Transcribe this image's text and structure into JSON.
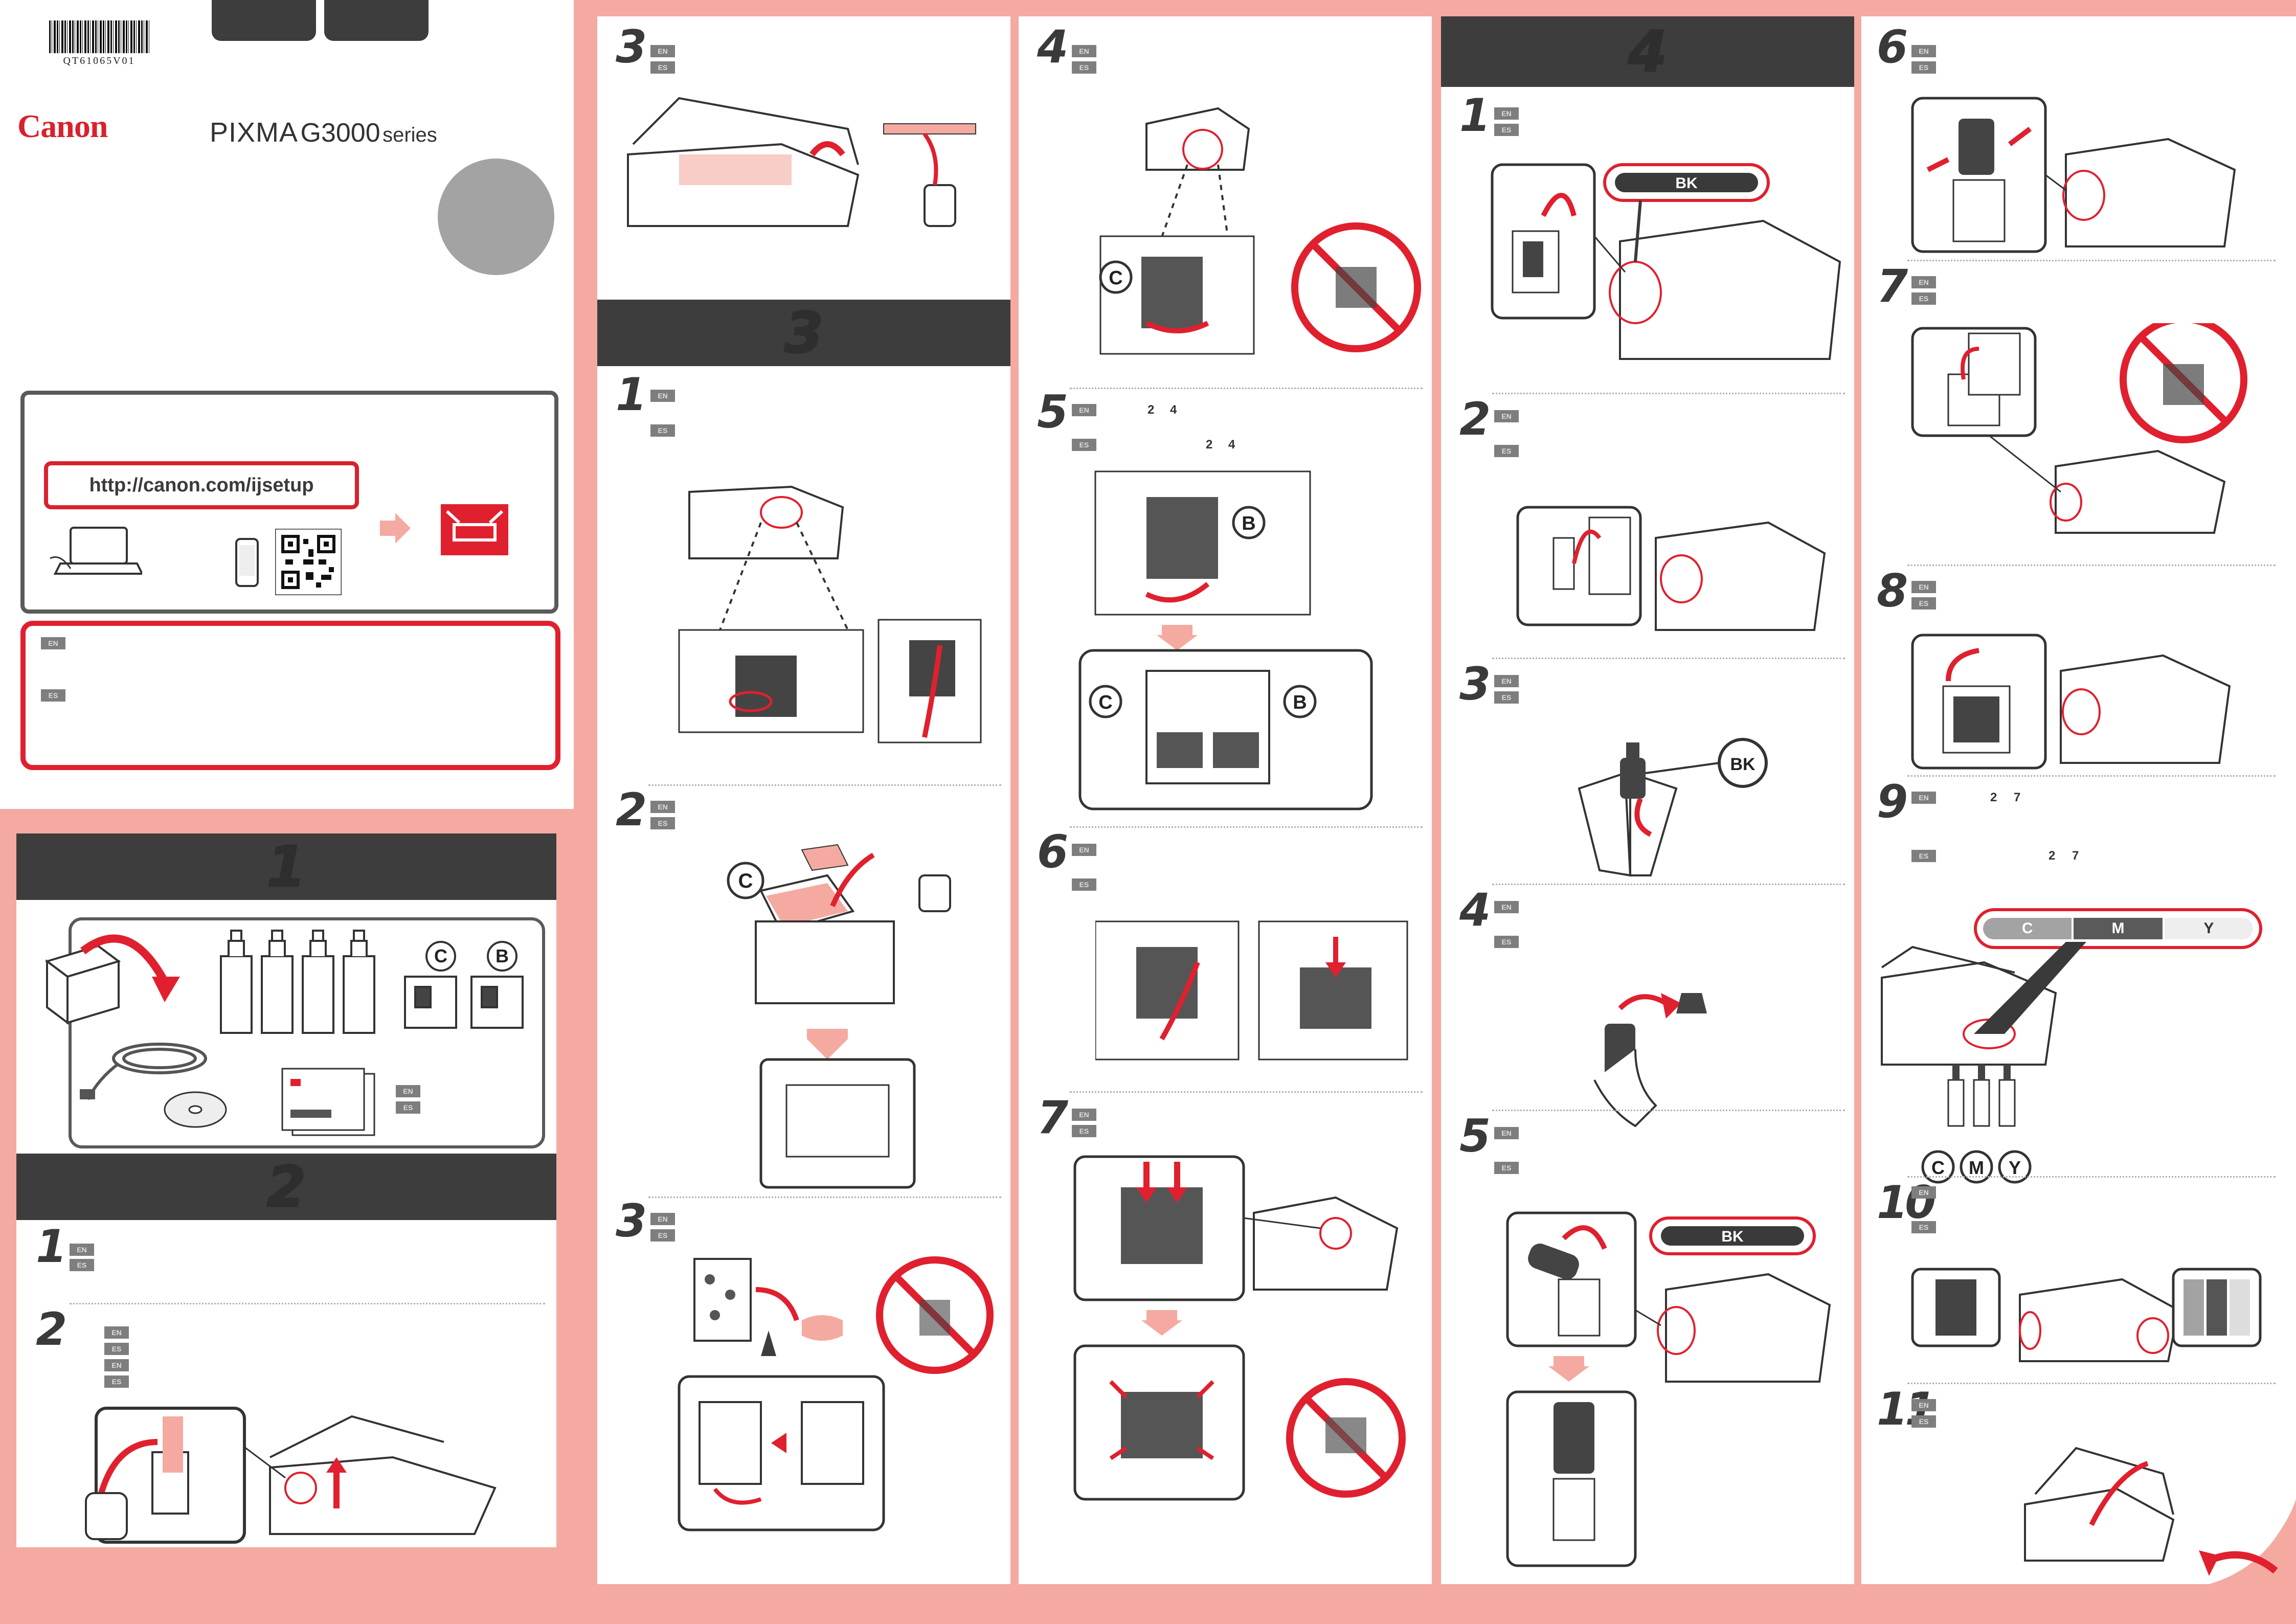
{
  "cover": {
    "barcode_id": "QT61065V01",
    "brand": "Canon",
    "model_main": "PIXMA",
    "model_number": "G3000",
    "model_suffix": "series",
    "setup_url": "http://canon.com/ijsetup",
    "lang_tags": [
      "EN",
      "ES"
    ]
  },
  "sections": {
    "s1": {
      "number": "1",
      "tags": [
        "EN",
        "ES"
      ],
      "letters": [
        "C",
        "B"
      ]
    },
    "s2": {
      "number": "2",
      "steps": [
        {
          "number": "1",
          "tags": [
            "EN",
            "ES"
          ]
        },
        {
          "number": "2",
          "tags": [
            "EN",
            "ES",
            "EN",
            "ES"
          ]
        }
      ]
    },
    "s3": {
      "number": "3"
    },
    "s4": {
      "number": "4"
    }
  },
  "col2": {
    "top_step": "3",
    "steps": [
      {
        "number": "1"
      },
      {
        "number": "2"
      },
      {
        "number": "3"
      }
    ],
    "letter_c": "C"
  },
  "col3": {
    "steps": [
      {
        "number": "4"
      },
      {
        "number": "5",
        "ref_en": "2 4",
        "ref_es": "2 4"
      },
      {
        "number": "6"
      },
      {
        "number": "7"
      }
    ],
    "letters": {
      "c": "C",
      "b": "B"
    }
  },
  "col4": {
    "steps": [
      {
        "number": "1"
      },
      {
        "number": "2"
      },
      {
        "number": "3"
      },
      {
        "number": "4"
      },
      {
        "number": "5"
      }
    ],
    "label_bk": "BK"
  },
  "col5": {
    "steps": [
      {
        "number": "6"
      },
      {
        "number": "7"
      },
      {
        "number": "8"
      },
      {
        "number": "9",
        "ref_en": "2 7",
        "ref_es": "2 7"
      },
      {
        "number": "10"
      },
      {
        "number": "11"
      }
    ],
    "color_bar": [
      "C",
      "M",
      "Y"
    ],
    "bottles": [
      "C",
      "M",
      "Y"
    ]
  },
  "colors": {
    "accent_red": "#e0202e",
    "salmon": "#f4aaa1",
    "dark": "#3d3d3d",
    "tag_gray": "#7e7e7e"
  }
}
